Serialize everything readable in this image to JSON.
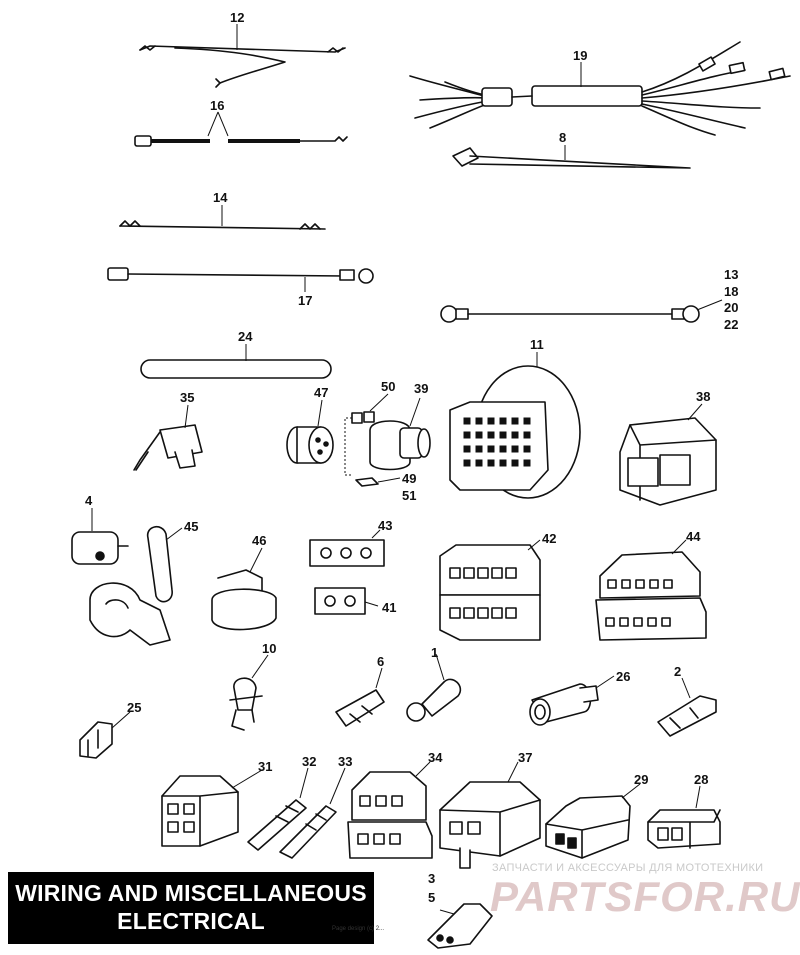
{
  "title": {
    "line1": "WIRING AND MISCELLANEOUS",
    "line2": "ELECTRICAL"
  },
  "copyright": "Page design (c) 2...",
  "watermark": {
    "subtitle": "ЗАПЧАСТИ И АКСЕССУАРЫ ДЛЯ МОТОТЕХНИКИ",
    "logo": "PARTSFOR.RU"
  },
  "labels": {
    "p12": "12",
    "p16": "16",
    "p14": "14",
    "p17": "17",
    "p19": "19",
    "p8": "8",
    "p13": "13",
    "p18": "18",
    "p20": "20",
    "p22": "22",
    "p24": "24",
    "p11": "11",
    "p35": "35",
    "p47": "47",
    "p50": "50",
    "p39": "39",
    "p49": "49",
    "p51": "51",
    "p38": "38",
    "p4": "4",
    "p45": "45",
    "p46": "46",
    "p43": "43",
    "p41": "41",
    "p42": "42",
    "p44": "44",
    "p10": "10",
    "p6": "6",
    "p1": "1",
    "p26": "26",
    "p2": "2",
    "p25": "25",
    "p31": "31",
    "p32": "32",
    "p33": "33",
    "p34": "34",
    "p37": "37",
    "p29": "29",
    "p28": "28",
    "p3": "3",
    "p5": "5"
  }
}
